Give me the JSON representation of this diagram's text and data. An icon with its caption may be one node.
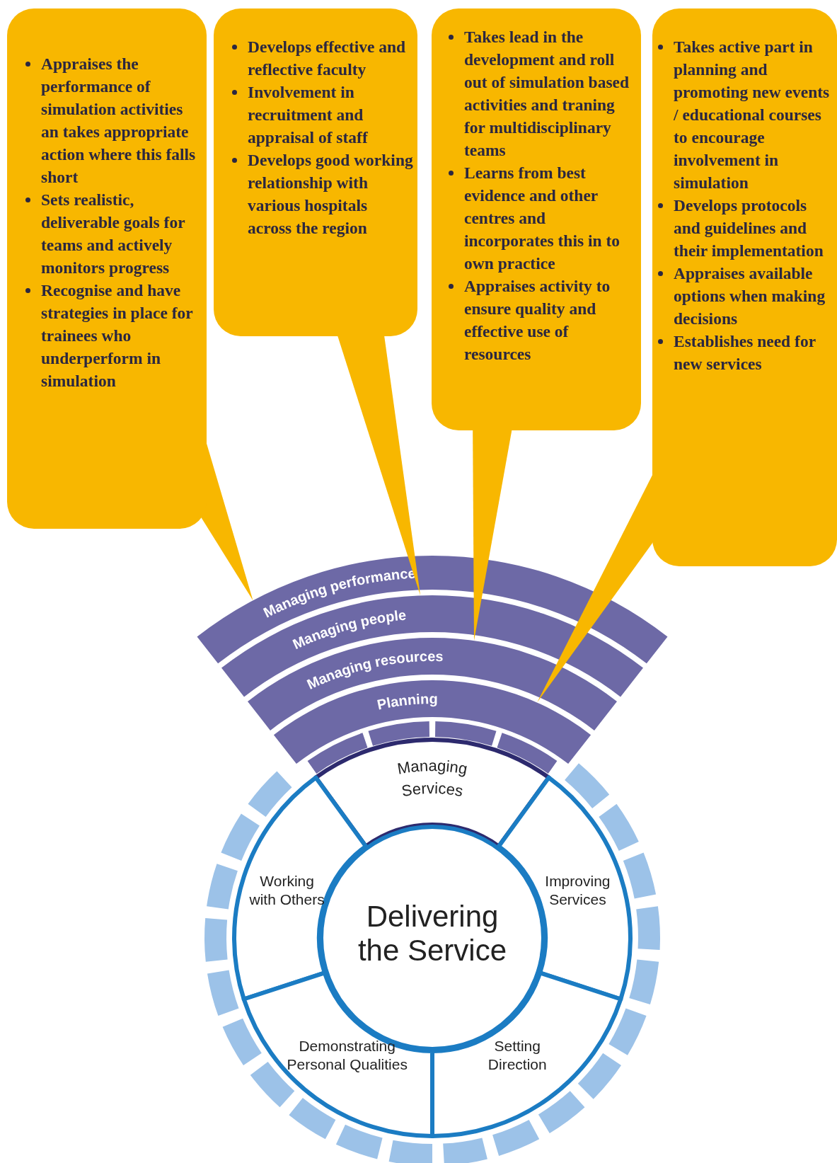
{
  "diagram": {
    "nodes": [
      {
        "text": [
          "Appraises the performance of simulation activities an takes appropriate action where this falls short",
          "Sets realistic, deliverable goals for teams and actively monitors progress",
          "Recognise and have strategies in place for trainees who underperform in simulation"
        ]
      },
      {
        "text": [
          "Develops effective and reflective faculty",
          "Involvement in recruitment and appraisal of staff",
          "Develops good working relationship with various hospitals across the region"
        ]
      },
      {
        "text": [
          "Takes lead in the development and roll out of simulation based activities and traning for multidisciplinary teams",
          "Learns from best evidence and other centres and incorporates this in to own practice",
          "Appraises activity to ensure quality and effective use of resources"
        ]
      },
      {
        "text": [
          "Takes active part in planning and promoting new events / educational courses to encourage involvement in simulation",
          "Develops protocols and guidelines and their implementation",
          "Appraises available options when making decisions",
          "Establishes need for new services"
        ]
      },
      {
        "text": [
          "Managing performance"
        ]
      },
      {
        "text": [
          "Managing people"
        ]
      },
      {
        "text": [
          "Managing resources"
        ]
      },
      {
        "text": [
          "Planning"
        ]
      },
      {
        "text": [
          "Managing Services"
        ]
      },
      {
        "text": [
          "Working with Others"
        ]
      },
      {
        "text": [
          "Improving Services"
        ]
      },
      {
        "text": [
          "Setting Direction"
        ]
      },
      {
        "text": [
          "Demonstrating Personal Qualities"
        ]
      },
      {
        "text": [
          "Delivering the Service"
        ]
      }
    ],
    "edges": [
      {
        "from": 0,
        "to": 4,
        "arrow": "none"
      },
      {
        "from": 1,
        "to": 5,
        "arrow": "none"
      },
      {
        "from": 2,
        "to": 6,
        "arrow": "none"
      },
      {
        "from": 3,
        "to": 7,
        "arrow": "none"
      }
    ]
  }
}
